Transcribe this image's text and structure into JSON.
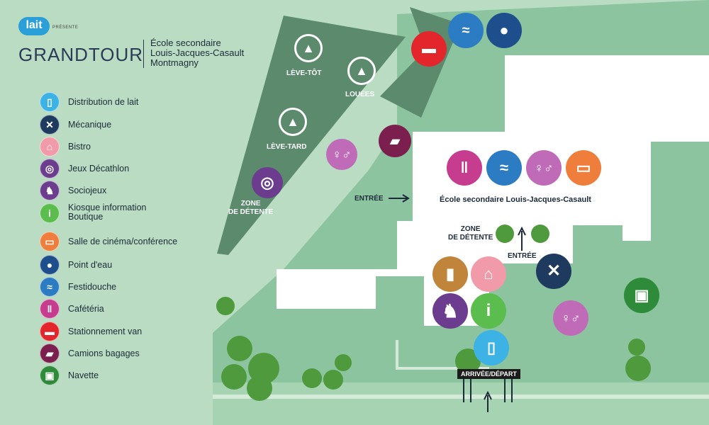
{
  "header": {
    "brand_badge": "lait",
    "presents": "PRÉSENTE",
    "event_name": "GRANDTOUR",
    "school_lines": [
      "École secondaire",
      "Louis-Jacques-Casault",
      "Montmagny"
    ]
  },
  "legend": {
    "items": [
      {
        "label": "Distribution de lait",
        "icon": "milk-carton-icon",
        "color": "#3db2e5"
      },
      {
        "label": "Mécanique",
        "icon": "tools-icon",
        "color": "#1f3a5f"
      },
      {
        "label": "Bistro",
        "icon": "tent-icon",
        "color": "#f19aaa"
      },
      {
        "label": "Jeux Décathlon",
        "icon": "target-icon",
        "color": "#6c3d8e"
      },
      {
        "label": "Sociojeux",
        "icon": "chess-knight-icon",
        "color": "#6c3d8e"
      },
      {
        "label": "Kiosque information\nBoutique",
        "icon": "info-icon",
        "color": "#5bbd4d"
      },
      {
        "label": "Salle de cinéma/conférence",
        "icon": "screen-icon",
        "color": "#ef7d3c"
      },
      {
        "label": "Point d'eau",
        "icon": "water-drop-icon",
        "color": "#1f4e8c"
      },
      {
        "label": "Festidouche",
        "icon": "shower-icon",
        "color": "#2c7cc3"
      },
      {
        "label": "Cafétéria",
        "icon": "fork-knife-icon",
        "color": "#c63d8f"
      },
      {
        "label": "Stationnement van",
        "icon": "van-icon",
        "color": "#e3262b"
      },
      {
        "label": "Camions bagages",
        "icon": "truck-icon",
        "color": "#7a1f4e"
      },
      {
        "label": "Navette",
        "icon": "bus-icon",
        "color": "#2e8b3a"
      }
    ]
  },
  "map": {
    "labels": {
      "leve_tot": "LÈVE-TÔT",
      "louees": "LOUÉES",
      "leve_tard": "LÈVE-TARD",
      "zone_detente_1": "ZONE\nDE DÉTENTE",
      "zone_detente_2": "ZONE\nDE DÉTENTE",
      "entree_1": "ENTRÉE",
      "entree_2": "ENTRÉE",
      "school_name": "École secondaire Louis-Jacques-Casault",
      "arrivee_depart": "ARRIVÉE/DÉPART"
    },
    "colors": {
      "background": "#b9dcc2",
      "campground": "#5b8a6d",
      "grounds": "#8cc4a0",
      "building": "#ffffff"
    }
  }
}
